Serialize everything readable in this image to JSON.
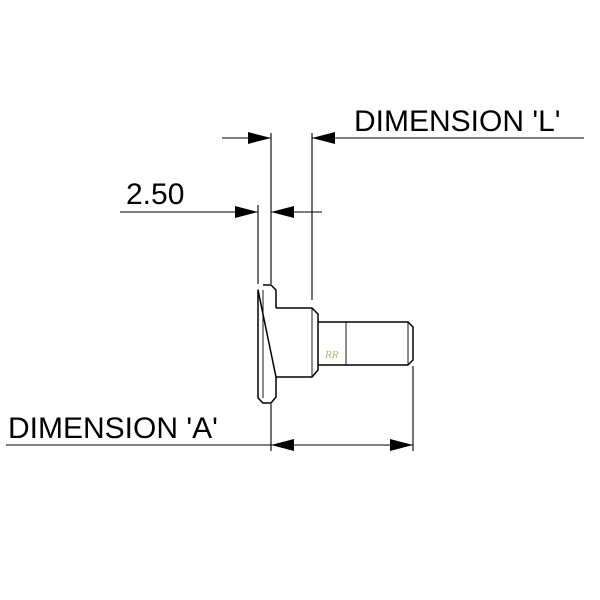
{
  "labels": {
    "dimension_l": "DIMENSION 'L'",
    "dimension_a": "DIMENSION 'A'",
    "flange_thickness": "2.50"
  },
  "logo_text": "RR",
  "colors": {
    "line": "#000000",
    "logo": "#9fbf7a",
    "background": "#ffffff"
  }
}
